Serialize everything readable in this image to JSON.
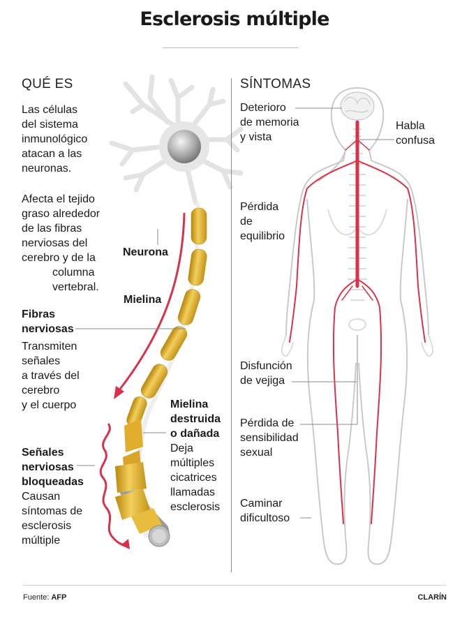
{
  "title": "Esclerosis múltiple",
  "que_es": {
    "heading": "QUÉ ES",
    "intro": [
      "Las células",
      "del sistema",
      "inmunológico",
      "atacan a las",
      "neuronas."
    ],
    "afecta": [
      "Afecta el tejido",
      "graso alrededor",
      "de las fibras",
      "nerviosas del",
      "cerebro y de la",
      "columna",
      "vertebral."
    ],
    "neurona_label": "Neurona",
    "mielina_label": "Mielina",
    "fibras": {
      "title": [
        "Fibras",
        "nerviosas"
      ],
      "desc": [
        "Transmiten",
        "señales",
        "a través del",
        "cerebro",
        "y el cuerpo"
      ]
    },
    "mielina_destruida": {
      "title": [
        "Mielina",
        "destruida",
        "o dañada"
      ],
      "desc": [
        "Deja",
        "múltiples",
        "cicatrices",
        "llamadas",
        "esclerosis"
      ]
    },
    "senales": {
      "title": [
        "Señales",
        "nerviosas",
        "bloqueadas"
      ],
      "desc": [
        "Causan",
        "síntomas de",
        "esclerosis",
        "múltiple"
      ]
    }
  },
  "sintomas": {
    "heading": "SÍNTOMAS",
    "deterioro": [
      "Deterioro",
      "de memoria",
      "y vista"
    ],
    "habla": [
      "Habla",
      "confusa"
    ],
    "equilibrio": [
      "Pérdida",
      "de",
      "equilibrio"
    ],
    "vejiga": [
      "Disfunción",
      "de vejiga"
    ],
    "sensibilidad": [
      "Pérdida de",
      "sensibilidad",
      "sexual"
    ],
    "caminar": [
      "Caminar",
      "dificultoso"
    ]
  },
  "footer": {
    "source_prefix": "Fuente: ",
    "source": "AFP",
    "brand": "CLARÍN"
  },
  "colors": {
    "nerve_red": "#d8324a",
    "myelin_gold": "#e2b12f",
    "body_outline": "#c9c9c9"
  }
}
